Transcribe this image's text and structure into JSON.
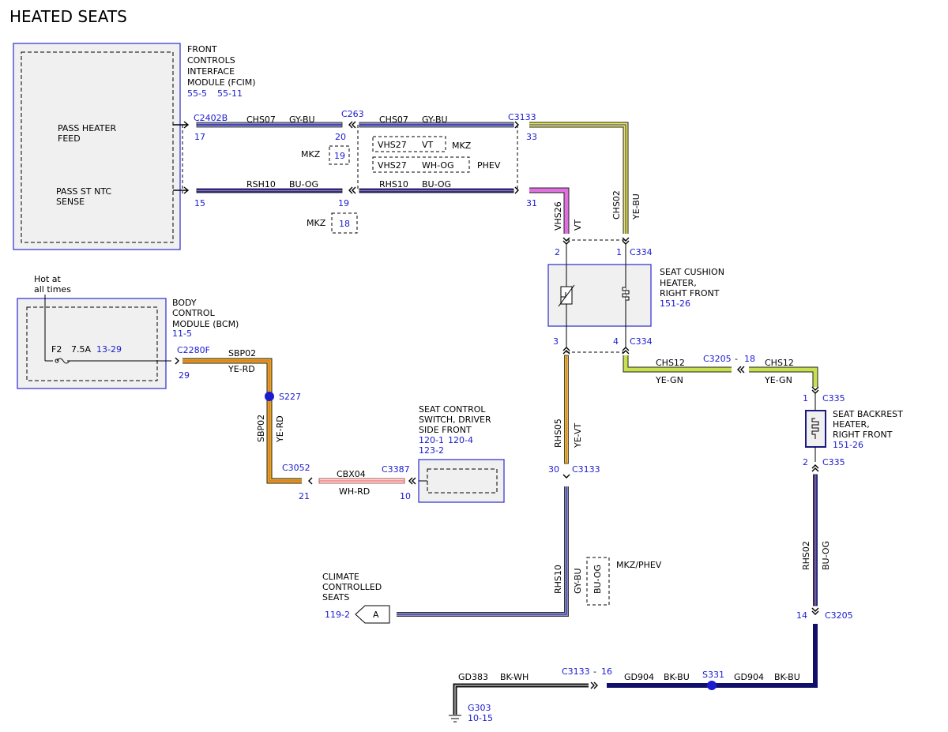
{
  "title": "HEATED SEATS",
  "fcim": {
    "label_lines": [
      "FRONT",
      "CONTROLS",
      "INTERFACE",
      "MODULE (FCIM)"
    ],
    "refs": [
      "55-5",
      "55-11"
    ],
    "pin1_lines": [
      "PASS HEATER",
      "FEED"
    ],
    "pin2_lines": [
      "PASS ST NTC",
      "SENSE"
    ]
  },
  "bcm": {
    "hot_lines": [
      "Hot at",
      "all times"
    ],
    "label_lines": [
      "BODY",
      "CONTROL",
      "MODULE (BCM)"
    ],
    "ref": "11-5",
    "fuse": "F2",
    "fuse_rating": "7.5A",
    "fuse_ref": "13-29"
  },
  "connectors": {
    "c2402b": "C2402B",
    "c263": "C263",
    "c3133": "C3133",
    "c2280f": "C2280F",
    "c334": "C334",
    "c3205": "C3205",
    "c335": "C335",
    "c3052": "C3052",
    "c3387": "C3387",
    "s227": "S227",
    "s331": "S331",
    "g303": "G303",
    "g303_ref": "10-15"
  },
  "pins": {
    "p17": "17",
    "p20": "20",
    "p33": "33",
    "p15": "15",
    "p19a": "19",
    "p31": "31",
    "p19_mkz": "19",
    "p18_mkz": "18",
    "p29": "29",
    "p2": "2",
    "p1": "1",
    "p3": "3",
    "p4": "4",
    "p18_c3205": "18",
    "dash": "-",
    "p1_c335": "1",
    "p2_c335": "2",
    "p21": "21",
    "p10": "10",
    "p30": "30",
    "p14": "14",
    "p16": "16"
  },
  "wires": {
    "chs07": "CHS07",
    "gy_bu": "GY-BU",
    "rsh10": "RSH10",
    "bu_og": "BU-OG",
    "rhs10": "RHS10",
    "vhs27": "VHS27",
    "vt": "VT",
    "wh_og": "WH-OG",
    "mkz": "MKZ",
    "phev": "PHEV",
    "vhs26": "VHS26",
    "chs02": "CHS02",
    "ye_bu": "YE-BU",
    "sbp02": "SBP02",
    "ye_rd": "YE-RD",
    "chs12": "CHS12",
    "ye_gn": "YE-GN",
    "cbx04": "CBX04",
    "wh_rd": "WH-RD",
    "rhs05": "RHS05",
    "ye_vt": "YE-VT",
    "mkz_phev": "MKZ/PHEV",
    "rhs02": "RHS02",
    "gd383": "GD383",
    "bk_wh": "BK-WH",
    "gd904": "GD904",
    "bk_bu": "BK-BU"
  },
  "cushion": {
    "label_lines": [
      "SEAT CUSHION",
      "HEATER,",
      "RIGHT FRONT"
    ],
    "ref": "151-26"
  },
  "backrest": {
    "label_lines": [
      "SEAT BACKREST",
      "HEATER,",
      "RIGHT FRONT"
    ],
    "ref": "151-26"
  },
  "switch": {
    "label_lines": [
      "SEAT CONTROL",
      "SWITCH, DRIVER",
      "SIDE FRONT"
    ],
    "refs": [
      "120-1",
      "120-4",
      "123-2"
    ]
  },
  "climate": {
    "label_lines": [
      "CLIMATE",
      "CONTROLLED",
      "SEATS"
    ],
    "ref": "119-2",
    "tag": "A"
  },
  "colors": {
    "blue_text": "#1a1ad0",
    "gy_bu": "#8a8fb8",
    "bu_og": "#2a2ab8",
    "vt": "#e070e0",
    "ye": "#e8e84a",
    "ye_rd": "#e8a820",
    "ye_gn": "#c8e050",
    "wh_rd": "#f08080",
    "bk_bu": "#10106a"
  }
}
